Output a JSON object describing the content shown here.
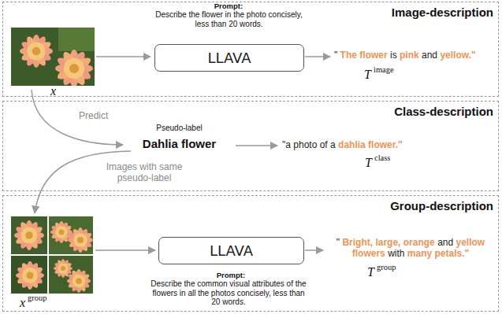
{
  "diagram": {
    "nodes": [
      {
        "text": [
          "Image-description"
        ]
      },
      {
        "text": [
          "LLAVA"
        ],
        "in": 0
      },
      {
        "text": [
          "Class-description"
        ]
      },
      {
        "text": [
          "Group-description"
        ]
      },
      {
        "text": [
          "LLAVA"
        ],
        "in": 3
      }
    ],
    "labels": [
      "Prompt:",
      "Describe the flower in the photo concisely, less than 20 words.",
      "\" The flower is pink and yellow.\"",
      "T",
      "image",
      "x",
      "Predict",
      "Pseudo-label",
      "Dahlia flower",
      "\"a photo of a dahlia flower.\"",
      "T",
      "class",
      "Images with same pseudo-label",
      "\" Bright, large, orange and yellow flowers with many petals.\"",
      "T",
      "group",
      "x",
      "group",
      "Prompt:",
      "Describe the common visual attributes of the flowers in all the photos concisely, less than 20 words."
    ]
  }
}
